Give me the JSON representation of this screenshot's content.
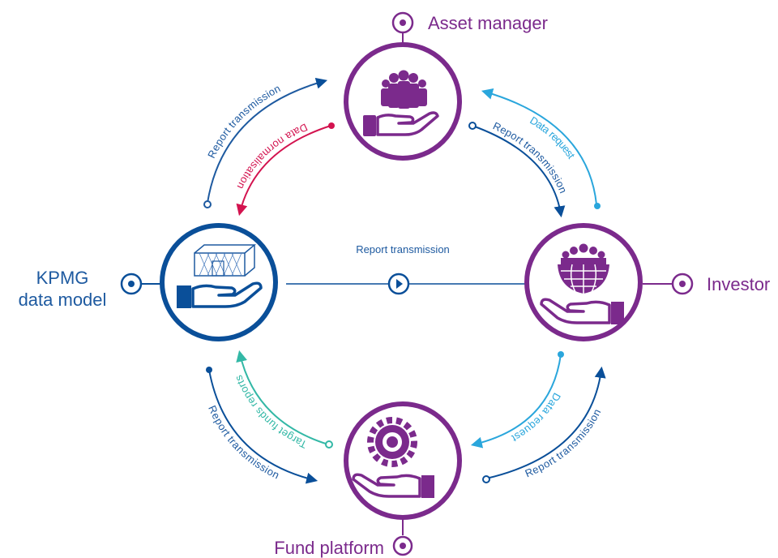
{
  "colors": {
    "purple": "#7b2a8c",
    "navy": "#0a4f99",
    "blue_dark": "#1e5aa0",
    "light_blue": "#2aa6dc",
    "red": "#d3134f",
    "teal": "#33b8a6"
  },
  "nodes": {
    "asset_manager": {
      "label": "Asset manager",
      "icon": "people-on-hand-icon"
    },
    "kpmg": {
      "label_line1": "KPMG",
      "label_line2": "data model",
      "icon": "cube-on-hand-icon"
    },
    "investor": {
      "label": "Investor",
      "icon": "globe-people-on-hand-icon"
    },
    "fund_platform": {
      "label": "Fund platform",
      "icon": "gear-on-hand-icon"
    }
  },
  "flows": {
    "kpmg_to_am_report": "Report transmission",
    "am_to_kpmg_normalisation": "Data normalisation",
    "inv_to_am_request": "Data request",
    "am_to_inv_report": "Report transmission",
    "kpmg_to_inv_report": "Report transmission",
    "kpmg_to_fp_report": "Report transmission",
    "fp_to_kpmg_target": "Target funds reports",
    "inv_to_fp_request": "Data request",
    "fp_to_inv_report": "Report transmission"
  }
}
